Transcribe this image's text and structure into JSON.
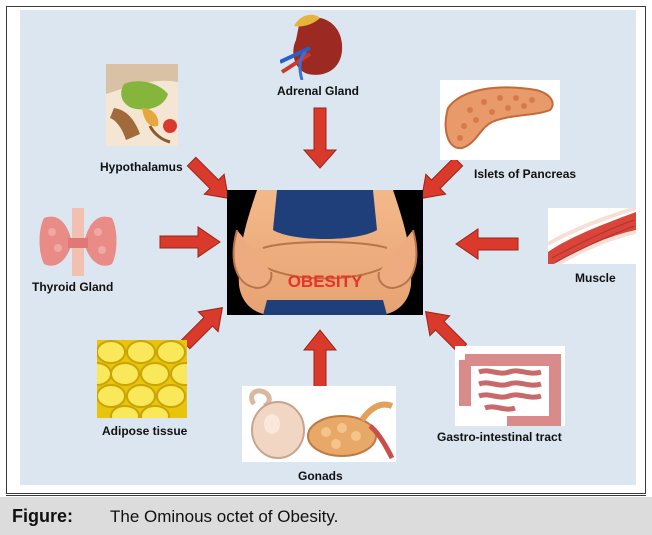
{
  "diagram": {
    "center_label": "OBESITY",
    "organs": {
      "adrenal": "Adrenal Gland",
      "hypothalamus": "Hypothalamus",
      "pancreas": "Islets of Pancreas",
      "thyroid": "Thyroid Gland",
      "muscle": "Muscle",
      "adipose": "Adipose tissue",
      "gonads": "Gonads",
      "gi": "Gastro-intestinal tract"
    },
    "colors": {
      "arrow": "#d93a2b",
      "panel": "#dce6f0",
      "center_bg": "#000000",
      "center_text": "#e8332b"
    }
  },
  "caption": {
    "label": "Figure:",
    "text": "The Ominous octet of Obesity."
  }
}
